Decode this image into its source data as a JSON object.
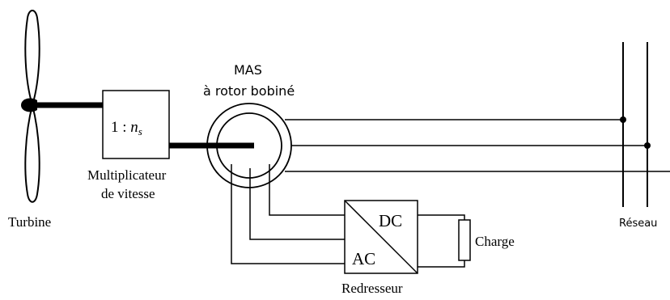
{
  "labels": {
    "turbine": "Turbine",
    "ratio_prefix": "1 : ",
    "ratio_var": "n",
    "ratio_sub": "s",
    "multiplier_line1": "Multiplicateur",
    "multiplier_line2": "de vitesse",
    "machine_line1": "MAS",
    "machine_line2": "à rotor bobiné",
    "rectifier_dc": "DC",
    "rectifier_ac": "AC",
    "rectifier": "Redresseur",
    "load": "Charge",
    "grid": "Réseau"
  }
}
